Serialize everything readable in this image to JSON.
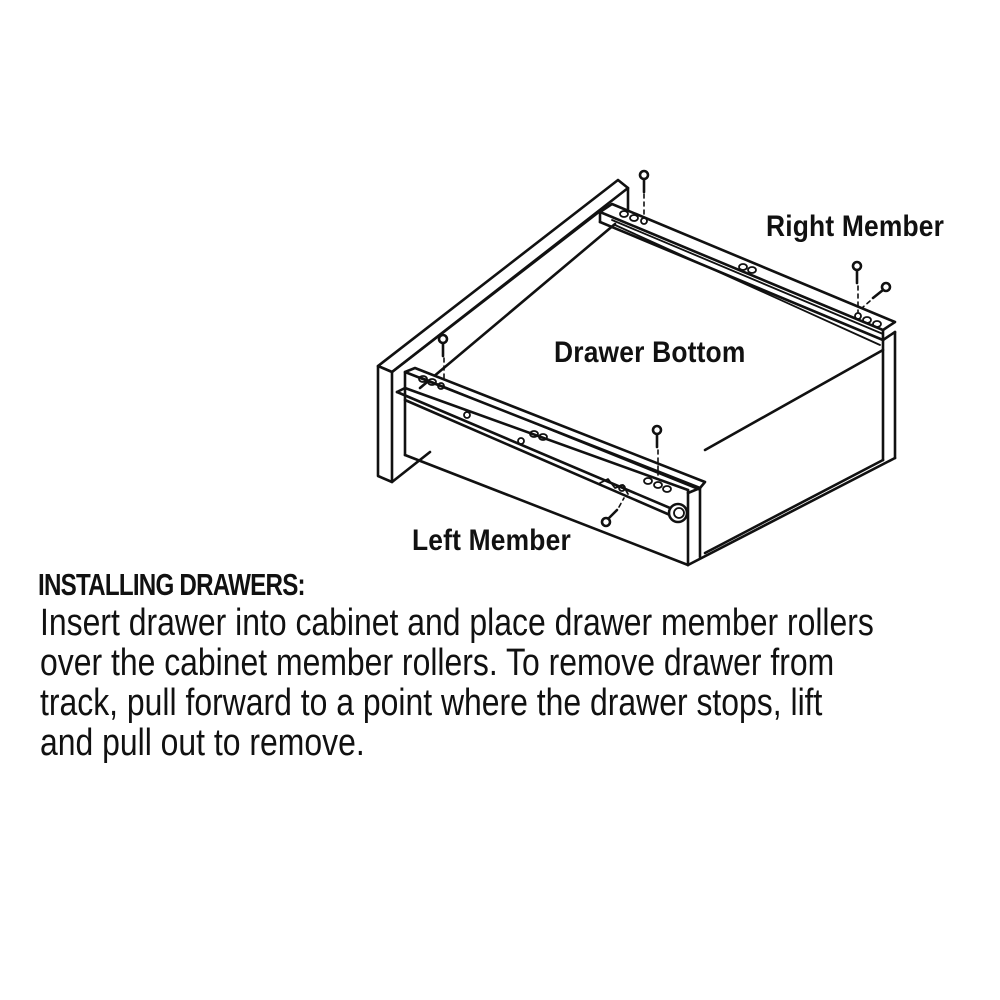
{
  "diagram": {
    "labels": {
      "right_member": "Right Member",
      "drawer_bottom": "Drawer Bottom",
      "left_member": "Left Member"
    },
    "icons": [
      "drawer-illustration",
      "screw-icon"
    ]
  },
  "instructions": {
    "heading": "INSTALLING DRAWERS:",
    "lines": [
      "Insert drawer into cabinet and place drawer member rollers",
      "over the cabinet member rollers. To remove drawer from",
      "track, pull forward to a point where the drawer stops, lift",
      "and pull out to remove."
    ]
  }
}
